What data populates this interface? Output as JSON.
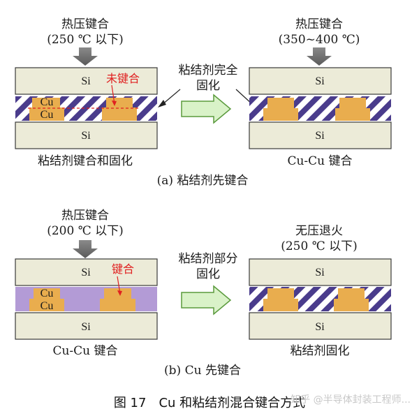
{
  "colors": {
    "si_fill": "#ecebd8",
    "cu_fill": "#e9ad4e",
    "hatch_dark": "#4a3c8c",
    "adhesive_uncured": "#b39bd6",
    "press_arrow": "#6d6d6d",
    "flow_arrow_fill": "#d9f2c8",
    "flow_arrow_stroke": "#5a9a3c",
    "red_label": "#e02020"
  },
  "a": {
    "left_top": "热压键合",
    "left_cond": "(250 ℃ 以下)",
    "right_top": "热压键合",
    "right_cond": "(350~400 ℃)",
    "si_label": "Si",
    "cu_label": "Cu",
    "unbonded": "未键合",
    "arrow_line1": "粘结剂完全",
    "arrow_line2": "固化",
    "left_caption": "粘结剂键合和固化",
    "right_caption": "Cu-Cu 键合",
    "sub_caption": "(a) 粘结剂先键合"
  },
  "b": {
    "left_top": "热压键合",
    "left_cond": "(200 ℃ 以下)",
    "right_top": "无压退火",
    "right_cond": "(250 ℃ 以下)",
    "si_label": "Si",
    "cu_label": "Cu",
    "bonded": "键合",
    "arrow_line1": "粘结剂部分",
    "arrow_line2": "固化",
    "left_caption": "Cu-Cu 键合",
    "right_caption": "粘结剂固化",
    "sub_caption": "(b) Cu 先键合"
  },
  "figure_caption": "图 17　Cu 和粘结剂混合键合方式",
  "watermark": "知乎 @半导体封装工程师..."
}
